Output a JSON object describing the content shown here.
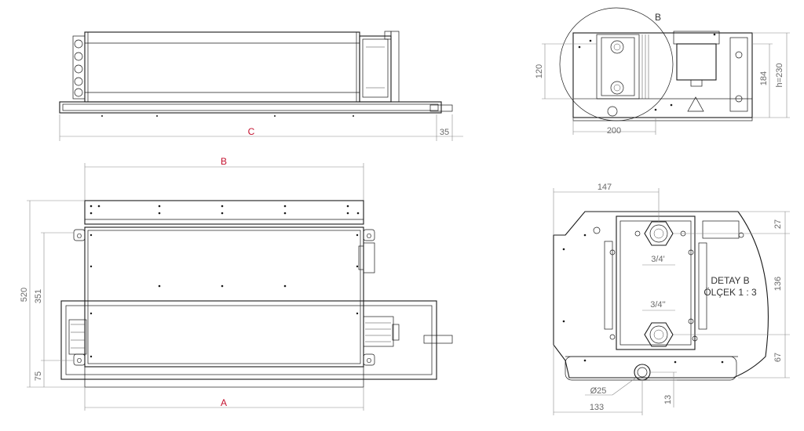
{
  "dimensions": {
    "C": "C",
    "d35": "35",
    "B": "B",
    "A": "A",
    "d520": "520",
    "d351": "351",
    "d75": "75",
    "d120": "120",
    "d200": "200",
    "d184": "184",
    "h230": "h=230",
    "d147": "147",
    "d27": "27",
    "d136": "136",
    "d67": "67",
    "d13": "13",
    "d133": "133",
    "dia25": "Ø25",
    "pipe1": "3/4'",
    "pipe2": "3/4''"
  },
  "labels": {
    "detail_callout": "B",
    "detail_title": "DETAY B",
    "detail_scale": "ÖLÇEK 1 : 3"
  }
}
